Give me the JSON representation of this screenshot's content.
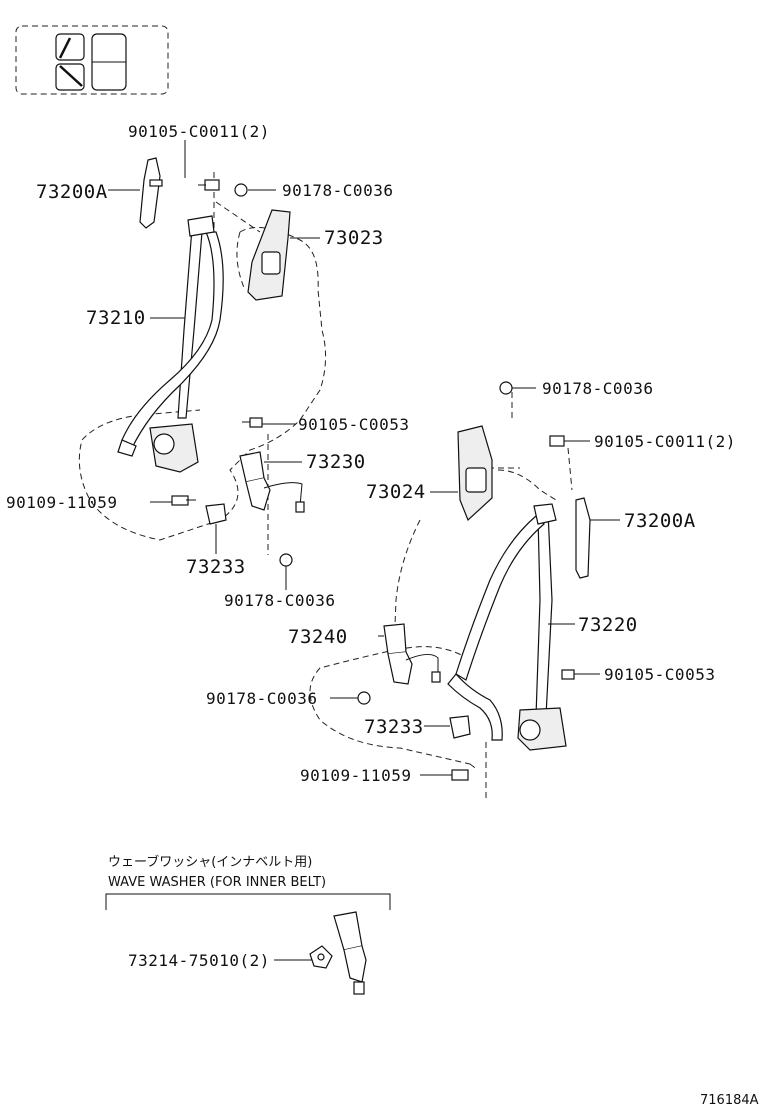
{
  "labels": {
    "upper_bolt": "90105-C0011(2)",
    "upper_adjuster_left": "73200A",
    "upper_nut": "90178-C0036",
    "cover_left": "73023",
    "belt_left": "73210",
    "mid_bolt_left": "90105-C0053",
    "buckle_left": "73230",
    "lower_bolt_left": "90109-11059",
    "cover_lower_left": "73233",
    "lower_nut_left": "90178-C0036",
    "nut_right_top": "90178-C0036",
    "bolt_right_top": "90105-C0011(2)",
    "cover_right": "73024",
    "upper_adjuster_right": "73200A",
    "belt_right": "73220",
    "buckle_right": "73240",
    "mid_bolt_right": "90105-C0053",
    "nut_right_buckle": "90178-C0036",
    "cover_lower_right": "73233",
    "lower_bolt_right": "90109-11059",
    "wave_washer_part": "73214-75010(2)"
  },
  "note": {
    "japanese": "ウェーブワッシャ(インナベルト用)",
    "english": "WAVE WASHER (FOR INNER BELT)"
  },
  "reference": "716184A"
}
